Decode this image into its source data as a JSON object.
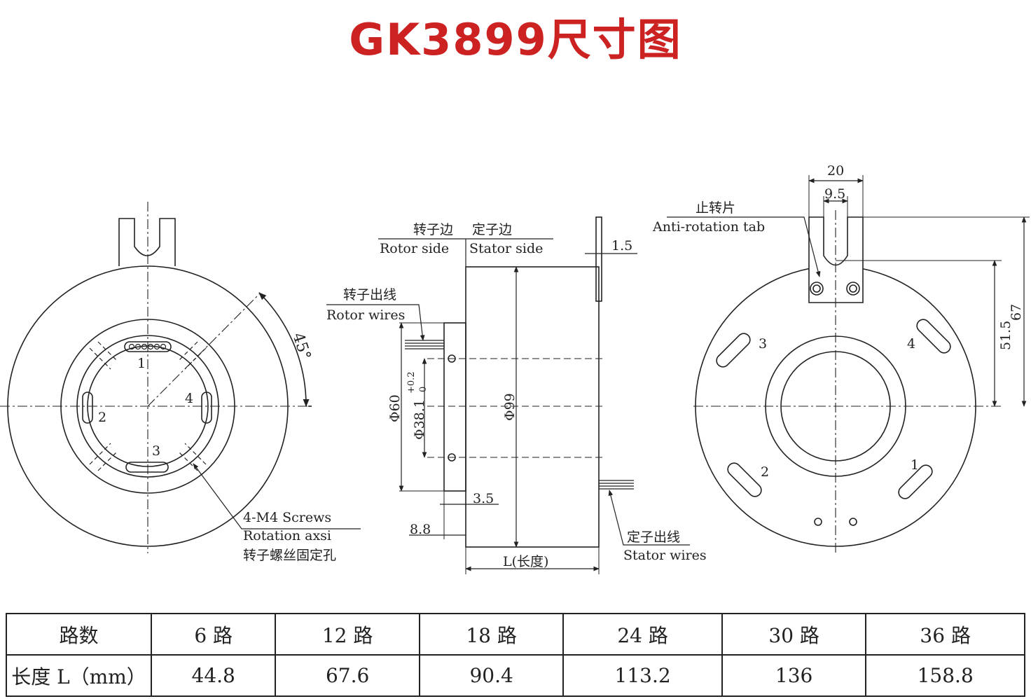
{
  "title": "GK3899尺寸图",
  "colors": {
    "title": "#cc2222",
    "line": "#222222"
  },
  "labels": {
    "rotor_side_cn": "转子边",
    "stator_side_cn": "定子边",
    "rotor_side": "Rotor side",
    "stator_side": "Stator side",
    "rotor_wires_cn": "转子出线",
    "rotor_wires": "Rotor wires",
    "stator_wires_cn": "定子出线",
    "stator_wires": "Stator wires",
    "screws": "4-M4 Screws",
    "rotation_axis": "Rotation axsi",
    "screws_cn": "转子螺丝固定孔",
    "tab_cn": "止转片",
    "tab": "Anti-rotation tab",
    "angle": "45°",
    "dim_1_5": "1.5",
    "dim_3_5": "3.5",
    "dim_8_8": "8.8",
    "dia_60": "Φ60",
    "dia_38": "Φ38.1",
    "tol_up": "+0.2",
    "tol_low": "0",
    "dia_99": "Φ99",
    "length": "L(长度)",
    "dim_20": "20",
    "dim_9_5": "9.5",
    "dim_51_5": "51.5",
    "dim_67": "67",
    "n1": "1",
    "n2": "2",
    "n3": "3",
    "n4": "4"
  },
  "table": {
    "row1_header": "路数",
    "row2_header": "长度 L（mm）",
    "circuits": [
      "6 路",
      "12 路",
      "18 路",
      "24 路",
      "30 路",
      "36 路"
    ],
    "lengths": [
      "44.8",
      "67.6",
      "90.4",
      "113.2",
      "136",
      "158.8"
    ]
  }
}
